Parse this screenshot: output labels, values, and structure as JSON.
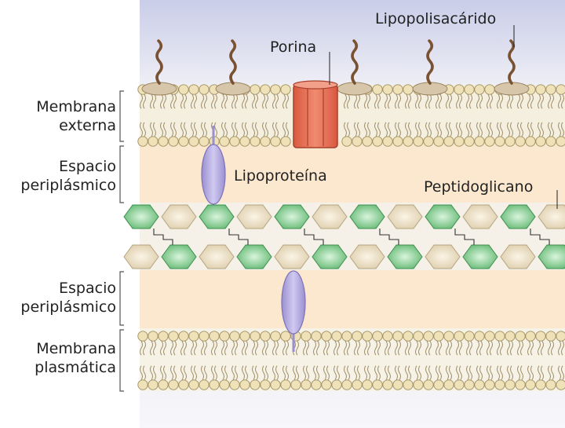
{
  "title": "",
  "side_labels": {
    "outer_membrane": [
      "Membrana",
      "externa"
    ],
    "periplasm_top": [
      "Espacio",
      "periplásmico"
    ],
    "periplasm_bottom": [
      "Espacio",
      "periplásmico"
    ],
    "plasma_membrane": [
      "Membrana",
      "plasmática"
    ]
  },
  "callouts": {
    "lipopolysaccharide": "Lipopolisacárido",
    "porin": "Porina",
    "lipoprotein": "Lipoproteína",
    "peptidoglycan": "Peptidoglicano"
  },
  "colors": {
    "outside_gradient_top": "#c9cde8",
    "periplasm": "#fbe8cf",
    "lipid_head": "#efe2b8",
    "lipid_head_stroke": "#a08f62",
    "tail": "#9c8c68",
    "porin": "#e46f55",
    "lipoprotein": "#b7aee0",
    "lps_chain": "#7a5232",
    "lps_base": "#d8c6aa",
    "nag_hexagon": "#6bc07a",
    "nam_hexagon": "#e9dbbf",
    "peptide_link": "#333333"
  }
}
